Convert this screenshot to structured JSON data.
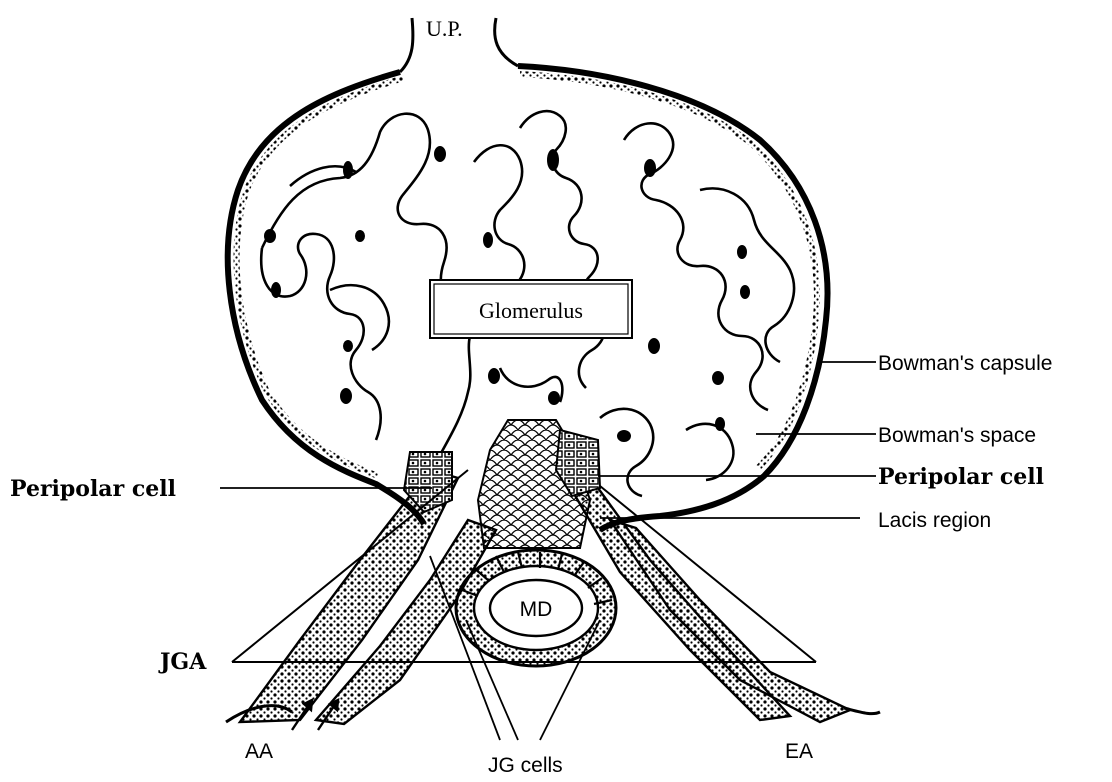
{
  "labels": {
    "up": "U.P.",
    "glomerulus": "Glomerulus",
    "bowmans_capsule": "Bowman's capsule",
    "bowmans_space": "Bowman's space",
    "peripolar_left": "Peripolar cell",
    "peripolar_right": "Peripolar cell",
    "lacis_region": "Lacis region",
    "md": "MD",
    "jga": "JGA",
    "aa": "AA",
    "ea": "EA",
    "jg_cells": "JG cells"
  },
  "colors": {
    "ink": "#000000",
    "paper": "#ffffff"
  }
}
